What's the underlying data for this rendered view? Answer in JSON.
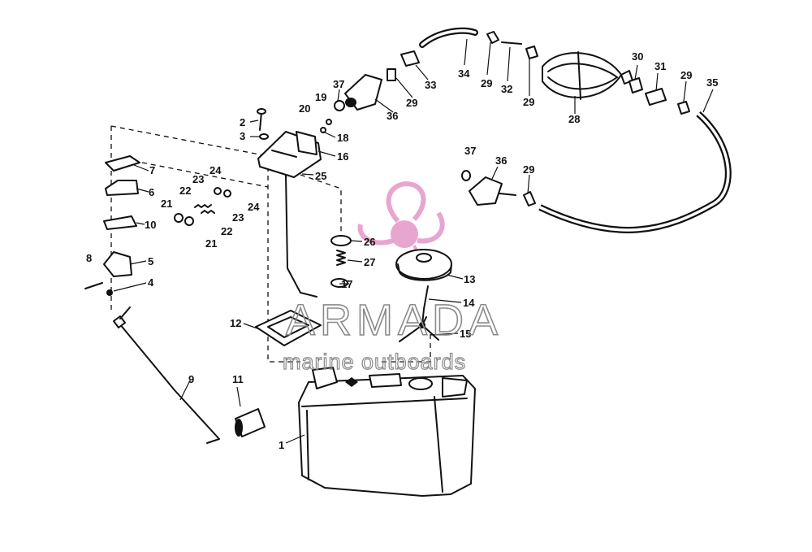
{
  "watermark": {
    "brand": "ARMADA",
    "tagline": "marine outboards",
    "logo_color": "#e7a6cf",
    "text_color": "#8a8a8a"
  },
  "callouts": [
    {
      "id": "c1",
      "text": "1"
    },
    {
      "id": "c2",
      "text": "2"
    },
    {
      "id": "c3",
      "text": "3"
    },
    {
      "id": "c4",
      "text": "4"
    },
    {
      "id": "c5",
      "text": "5"
    },
    {
      "id": "c6",
      "text": "6"
    },
    {
      "id": "c7",
      "text": "7"
    },
    {
      "id": "c8",
      "text": "8"
    },
    {
      "id": "c9",
      "text": "9"
    },
    {
      "id": "c10",
      "text": "10"
    },
    {
      "id": "c11",
      "text": "11"
    },
    {
      "id": "c12",
      "text": "12"
    },
    {
      "id": "c13",
      "text": "13"
    },
    {
      "id": "c14",
      "text": "14"
    },
    {
      "id": "c15",
      "text": "15"
    },
    {
      "id": "c16",
      "text": "16"
    },
    {
      "id": "c17",
      "text": "17"
    },
    {
      "id": "c18",
      "text": "18"
    },
    {
      "id": "c19",
      "text": "19"
    },
    {
      "id": "c20",
      "text": "20"
    },
    {
      "id": "c21a",
      "text": "21"
    },
    {
      "id": "c21b",
      "text": "21"
    },
    {
      "id": "c22a",
      "text": "22"
    },
    {
      "id": "c22b",
      "text": "22"
    },
    {
      "id": "c23a",
      "text": "23"
    },
    {
      "id": "c23b",
      "text": "23"
    },
    {
      "id": "c24a",
      "text": "24"
    },
    {
      "id": "c24b",
      "text": "24"
    },
    {
      "id": "c25",
      "text": "25"
    },
    {
      "id": "c26",
      "text": "26"
    },
    {
      "id": "c27",
      "text": "27"
    },
    {
      "id": "c28",
      "text": "28"
    },
    {
      "id": "c29a",
      "text": "29"
    },
    {
      "id": "c29b",
      "text": "29"
    },
    {
      "id": "c29c",
      "text": "29"
    },
    {
      "id": "c29d",
      "text": "29"
    },
    {
      "id": "c29e",
      "text": "29"
    },
    {
      "id": "c30",
      "text": "30"
    },
    {
      "id": "c31",
      "text": "31"
    },
    {
      "id": "c32",
      "text": "32"
    },
    {
      "id": "c33",
      "text": "33"
    },
    {
      "id": "c34",
      "text": "34"
    },
    {
      "id": "c35",
      "text": "35"
    },
    {
      "id": "c36a",
      "text": "36"
    },
    {
      "id": "c36b",
      "text": "36"
    },
    {
      "id": "c37a",
      "text": "37"
    },
    {
      "id": "c37b",
      "text": "37"
    }
  ]
}
